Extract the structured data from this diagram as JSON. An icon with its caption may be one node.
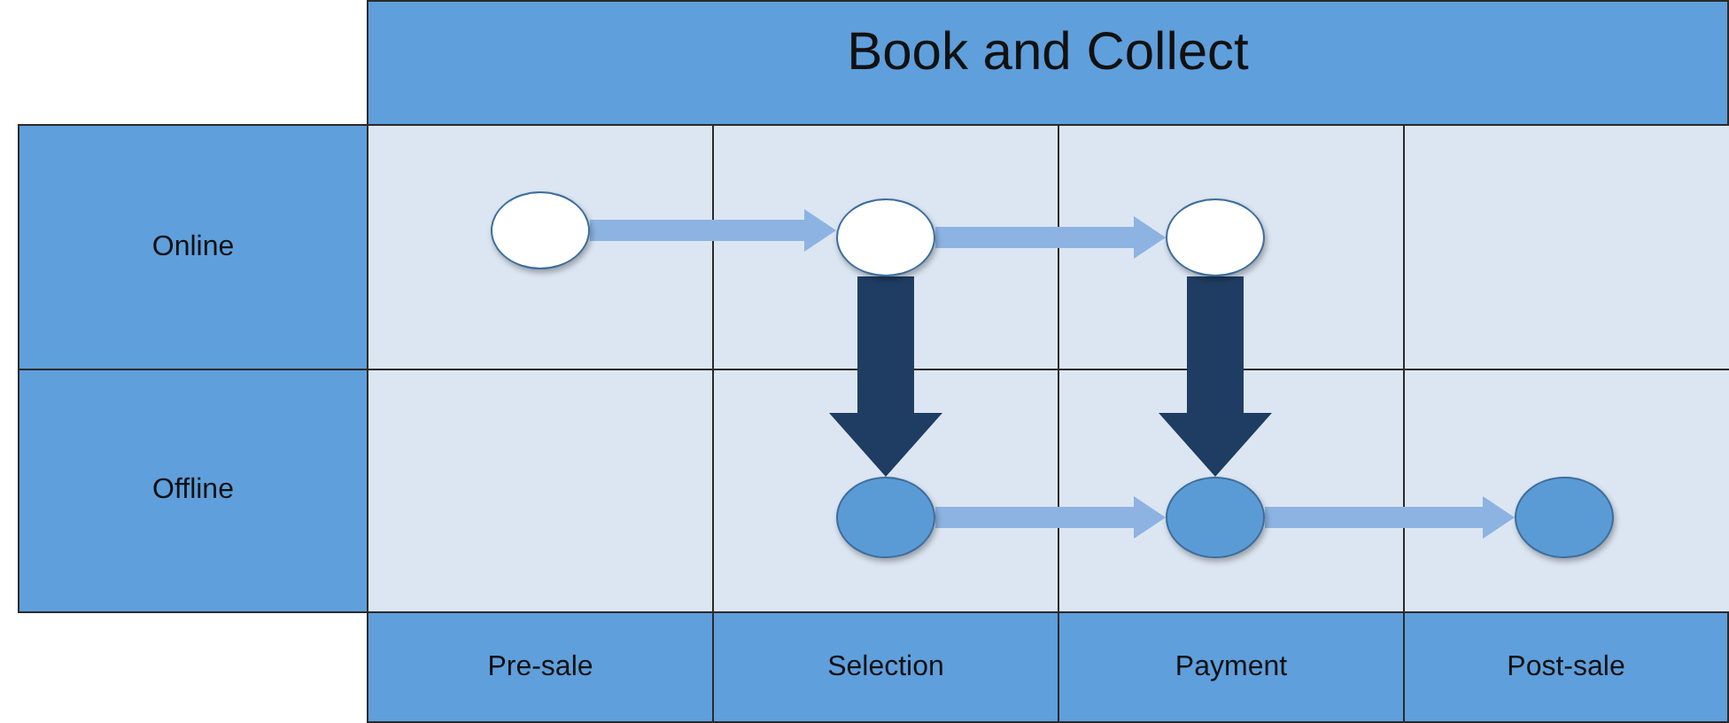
{
  "diagram": {
    "title": "Book and Collect",
    "nodes": [
      {
        "text": [
          "Online"
        ]
      },
      {
        "text": [
          "Offline"
        ]
      },
      {
        "text": [
          "Pre-sale"
        ]
      },
      {
        "text": [
          "Selection"
        ]
      },
      {
        "text": [
          "Payment"
        ]
      },
      {
        "text": [
          "Post-sale"
        ]
      },
      {
        "text": [],
        "shape": "circle"
      },
      {
        "text": [],
        "shape": "circle"
      },
      {
        "text": [],
        "shape": "circle"
      },
      {
        "text": [],
        "shape": "circle"
      },
      {
        "text": [],
        "shape": "circle"
      },
      {
        "text": [],
        "shape": "circle"
      }
    ],
    "edges": [
      {
        "from": 6,
        "to": 7,
        "arrow": "to"
      },
      {
        "from": 7,
        "to": 8,
        "arrow": "to"
      },
      {
        "from": 7,
        "to": 9,
        "arrow": "to",
        "style": "thick",
        "color": "#1f3d63"
      },
      {
        "from": 8,
        "to": 10,
        "arrow": "to",
        "style": "thick",
        "color": "#1f3d63"
      },
      {
        "from": 9,
        "to": 10,
        "arrow": "to"
      },
      {
        "from": 10,
        "to": 11,
        "arrow": "to"
      }
    ]
  }
}
